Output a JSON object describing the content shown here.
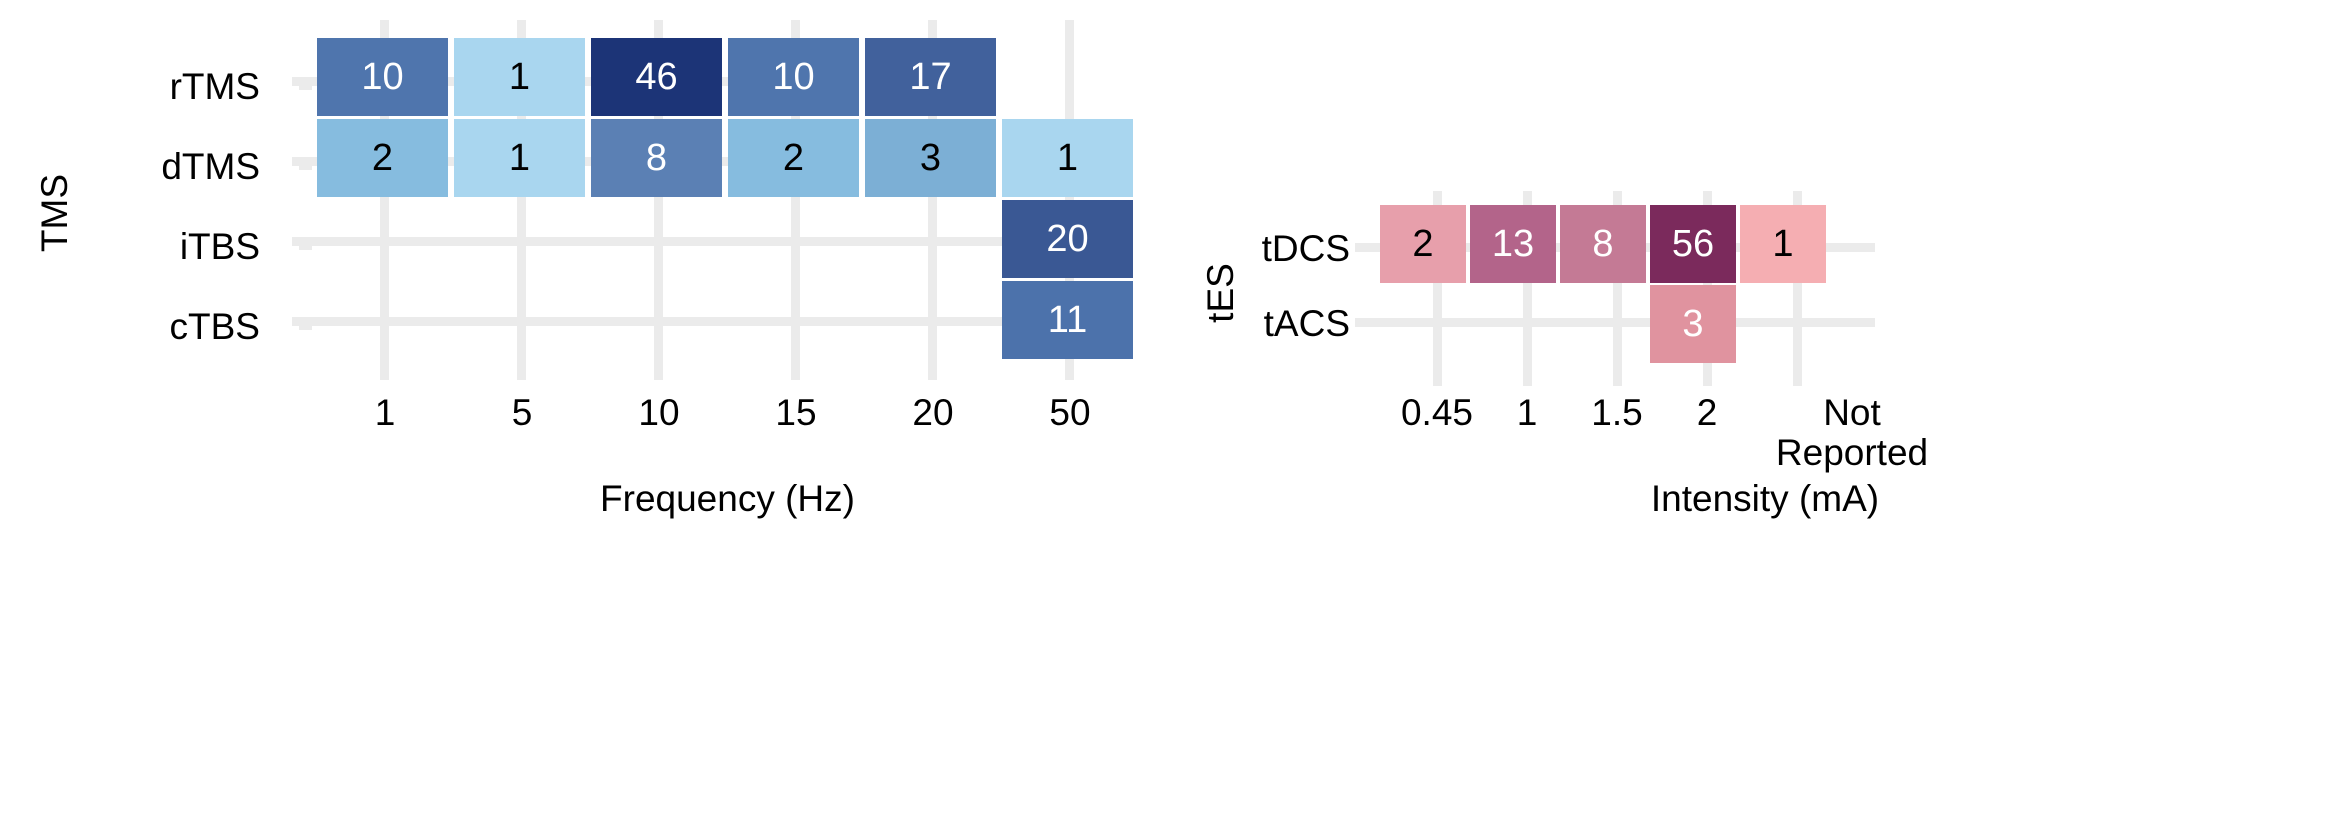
{
  "chart_data": [
    {
      "type": "heatmap",
      "panel_id": "tms",
      "ylabel": "TMS",
      "xlabel": "Frequency (Hz)",
      "categories": [
        "1",
        "5",
        "10",
        "15",
        "20",
        "50"
      ],
      "rows": [
        "rTMS",
        "dTMS",
        "iTBS",
        "cTBS"
      ],
      "grid": true,
      "legend": "none",
      "palette": "Blues",
      "value_range": [
        1,
        46
      ],
      "cells": [
        {
          "row": "rTMS",
          "col": "1",
          "value": 10,
          "color": "#4f75ad",
          "text_color": "#ffffff"
        },
        {
          "row": "rTMS",
          "col": "5",
          "value": 1,
          "color": "#a9d6ef",
          "text_color": "#000000"
        },
        {
          "row": "rTMS",
          "col": "10",
          "value": 46,
          "color": "#1c3477",
          "text_color": "#ffffff"
        },
        {
          "row": "rTMS",
          "col": "15",
          "value": 10,
          "color": "#4f75ad",
          "text_color": "#ffffff"
        },
        {
          "row": "rTMS",
          "col": "20",
          "value": 17,
          "color": "#41619c",
          "text_color": "#ffffff"
        },
        {
          "row": "dTMS",
          "col": "1",
          "value": 2,
          "color": "#86bcdf",
          "text_color": "#000000"
        },
        {
          "row": "dTMS",
          "col": "5",
          "value": 1,
          "color": "#a9d6ef",
          "text_color": "#000000"
        },
        {
          "row": "dTMS",
          "col": "10",
          "value": 8,
          "color": "#5b80b4",
          "text_color": "#ffffff"
        },
        {
          "row": "dTMS",
          "col": "15",
          "value": 2,
          "color": "#86bcdf",
          "text_color": "#000000"
        },
        {
          "row": "dTMS",
          "col": "20",
          "value": 3,
          "color": "#7cafd5",
          "text_color": "#000000"
        },
        {
          "row": "dTMS",
          "col": "50",
          "value": 1,
          "color": "#a9d6ef",
          "text_color": "#000000"
        },
        {
          "row": "iTBS",
          "col": "50",
          "value": 20,
          "color": "#3a5894",
          "text_color": "#ffffff"
        },
        {
          "row": "cTBS",
          "col": "50",
          "value": 11,
          "color": "#4c72ab",
          "text_color": "#ffffff"
        }
      ]
    },
    {
      "type": "heatmap",
      "panel_id": "tes",
      "ylabel": "tES",
      "xlabel": "Intensity (mA)",
      "categories": [
        "0.45",
        "1",
        "1.5",
        "2",
        "Not\nReported"
      ],
      "rows": [
        "tDCS",
        "tACS"
      ],
      "grid": true,
      "legend": "none",
      "palette": "Reds",
      "value_range": [
        1,
        56
      ],
      "cells": [
        {
          "row": "tDCS",
          "col": "0.45",
          "value": 2,
          "color": "#e79fab",
          "text_color": "#000000"
        },
        {
          "row": "tDCS",
          "col": "1",
          "value": 13,
          "color": "#b3648a",
          "text_color": "#ffffff"
        },
        {
          "row": "tDCS",
          "col": "1.5",
          "value": 8,
          "color": "#c47a95",
          "text_color": "#ffffff"
        },
        {
          "row": "tDCS",
          "col": "2",
          "value": 56,
          "color": "#7b2a5c",
          "text_color": "#ffffff"
        },
        {
          "row": "tDCS",
          "col": "NR",
          "value": 1,
          "color": "#f5aeb2",
          "text_color": "#000000"
        },
        {
          "row": "tACS",
          "col": "2",
          "value": 3,
          "color": "#e0939f",
          "text_color": "#ffffff"
        }
      ]
    }
  ],
  "panels": {
    "tms": {
      "axis_title_y": "TMS",
      "axis_title_x": "Frequency (Hz)",
      "y_tick_labels": [
        "rTMS",
        "dTMS",
        "iTBS",
        "cTBS"
      ],
      "x_tick_labels": [
        "1",
        "5",
        "10",
        "15",
        "20",
        "50"
      ]
    },
    "tes": {
      "axis_title_y": "tES",
      "axis_title_x": "Intensity (mA)",
      "y_tick_labels": [
        "tDCS",
        "tACS"
      ],
      "x_tick_labels": [
        "0.45",
        "1",
        "1.5",
        "2"
      ],
      "x_tick_label_nr_line1": "Not",
      "x_tick_label_nr_line2": "Reported"
    }
  },
  "values": {
    "tms": {
      "rTMS_1": "10",
      "rTMS_5": "1",
      "rTMS_10": "46",
      "rTMS_15": "10",
      "rTMS_20": "17",
      "dTMS_1": "2",
      "dTMS_5": "1",
      "dTMS_10": "8",
      "dTMS_15": "2",
      "dTMS_20": "3",
      "dTMS_50": "1",
      "iTBS_50": "20",
      "cTBS_50": "11"
    },
    "tes": {
      "tDCS_045": "2",
      "tDCS_1": "13",
      "tDCS_15": "8",
      "tDCS_2": "56",
      "tDCS_NR": "1",
      "tACS_2": "3"
    }
  },
  "colors": {
    "gridline": "#ebebeb",
    "background": "#ffffff",
    "text_dark": "#000000",
    "text_light": "#ffffff"
  }
}
